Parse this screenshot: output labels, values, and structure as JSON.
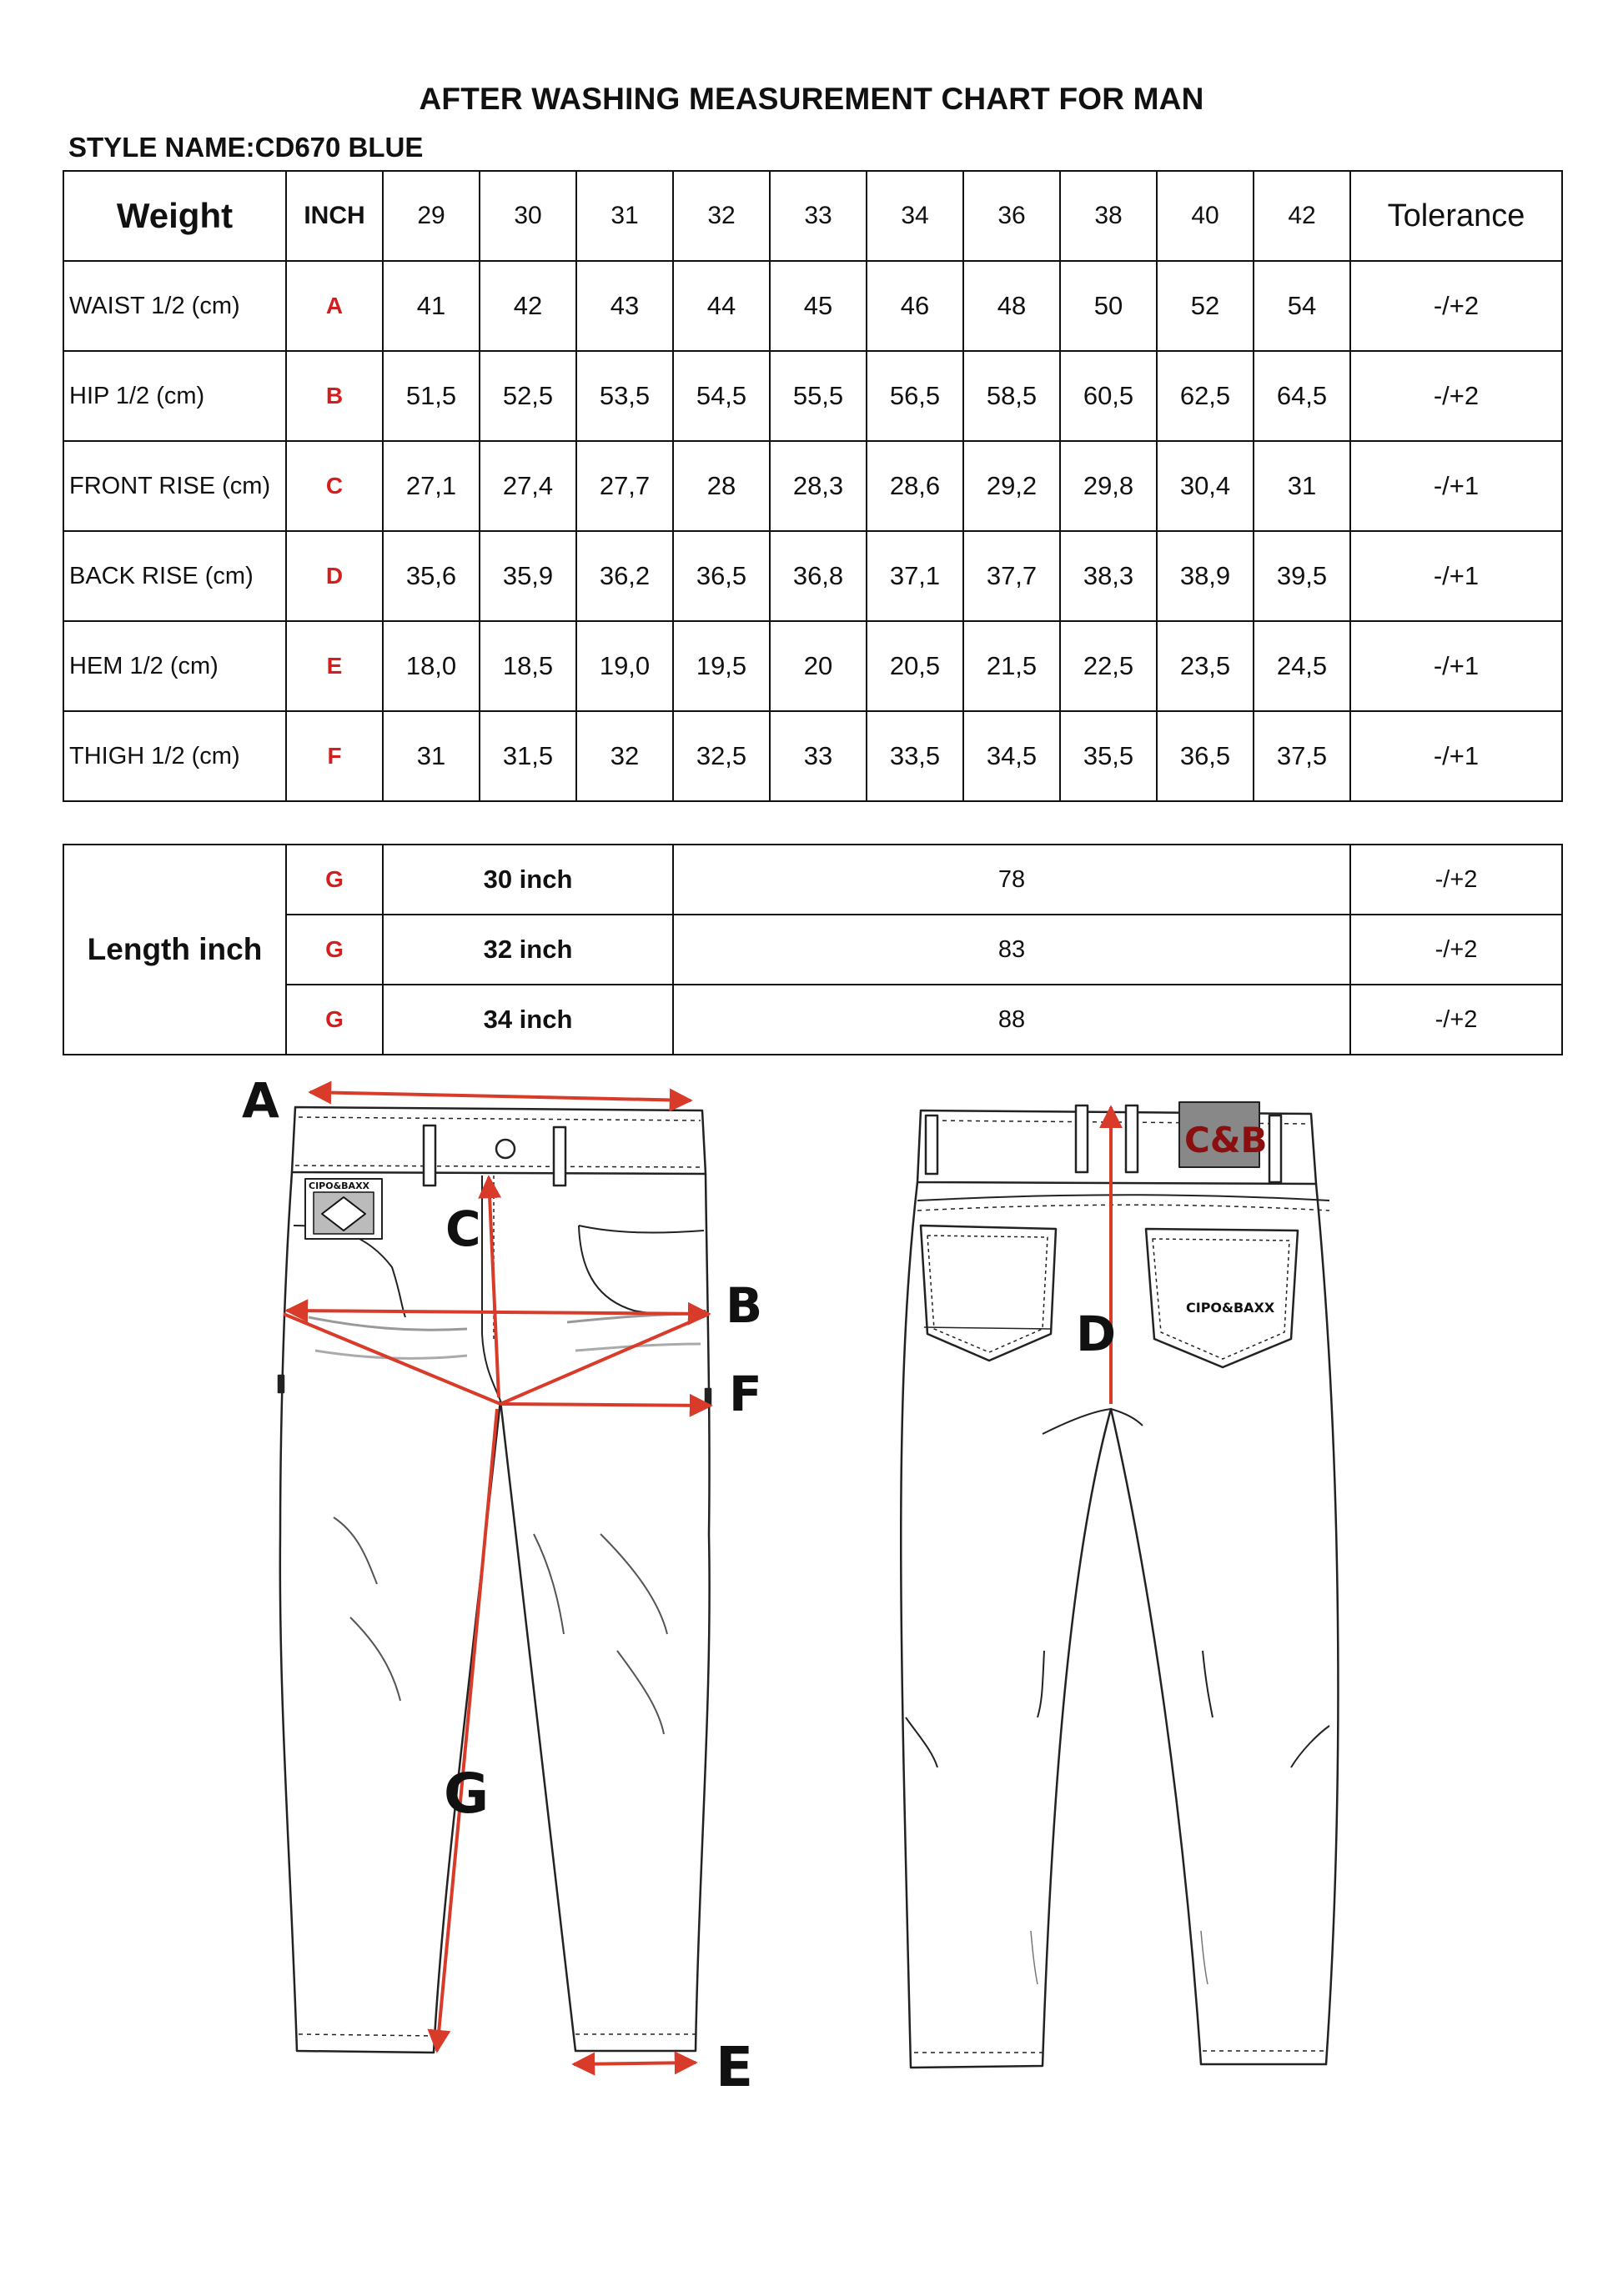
{
  "title": "AFTER WASHING MEASUREMENT CHART FOR MAN",
  "style_name": "STYLE NAME:CD670 BLUE",
  "size_table": {
    "header": {
      "weight": "Weight",
      "inch": "INCH",
      "sizes": [
        "29",
        "30",
        "31",
        "32",
        "33",
        "34",
        "36",
        "38",
        "40",
        "42"
      ],
      "tolerance": "Tolerance"
    },
    "rows": [
      {
        "label": "WAIST 1/2 (cm)",
        "code": "A",
        "values": [
          "41",
          "42",
          "43",
          "44",
          "45",
          "46",
          "48",
          "50",
          "52",
          "54"
        ],
        "tolerance": "-/+2"
      },
      {
        "label": "HIP 1/2 (cm)",
        "code": "B",
        "values": [
          "51,5",
          "52,5",
          "53,5",
          "54,5",
          "55,5",
          "56,5",
          "58,5",
          "60,5",
          "62,5",
          "64,5"
        ],
        "tolerance": "-/+2"
      },
      {
        "label": "FRONT RISE (cm)",
        "code": "C",
        "values": [
          "27,1",
          "27,4",
          "27,7",
          "28",
          "28,3",
          "28,6",
          "29,2",
          "29,8",
          "30,4",
          "31"
        ],
        "tolerance": "-/+1"
      },
      {
        "label": "BACK RISE (cm)",
        "code": "D",
        "values": [
          "35,6",
          "35,9",
          "36,2",
          "36,5",
          "36,8",
          "37,1",
          "37,7",
          "38,3",
          "38,9",
          "39,5"
        ],
        "tolerance": "-/+1"
      },
      {
        "label": "HEM 1/2  (cm)",
        "code": "E",
        "values": [
          "18,0",
          "18,5",
          "19,0",
          "19,5",
          "20",
          "20,5",
          "21,5",
          "22,5",
          "23,5",
          "24,5"
        ],
        "tolerance": "-/+1"
      },
      {
        "label": "THIGH 1/2 (cm)",
        "code": "F",
        "values": [
          "31",
          "31,5",
          "32",
          "32,5",
          "33",
          "33,5",
          "34,5",
          "35,5",
          "36,5",
          "37,5"
        ],
        "tolerance": "-/+1"
      }
    ]
  },
  "length_table": {
    "label": "Length inch",
    "rows": [
      {
        "code": "G",
        "inch": "30 inch",
        "value": "78",
        "tolerance": "-/+2"
      },
      {
        "code": "G",
        "inch": "32 inch",
        "value": "83",
        "tolerance": "-/+2"
      },
      {
        "code": "G",
        "inch": "34 inch",
        "value": "88",
        "tolerance": "-/+2"
      }
    ]
  },
  "diagram": {
    "labels": {
      "a": "A",
      "b": "B",
      "c": "C",
      "d": "D",
      "e": "E",
      "f": "F",
      "g": "G"
    },
    "front_pocket_brand": "CIPO&BAXX",
    "back_patch": "C&B",
    "back_pocket_brand": "CIPO&BAXX",
    "measure_color": "#d93b2b"
  }
}
